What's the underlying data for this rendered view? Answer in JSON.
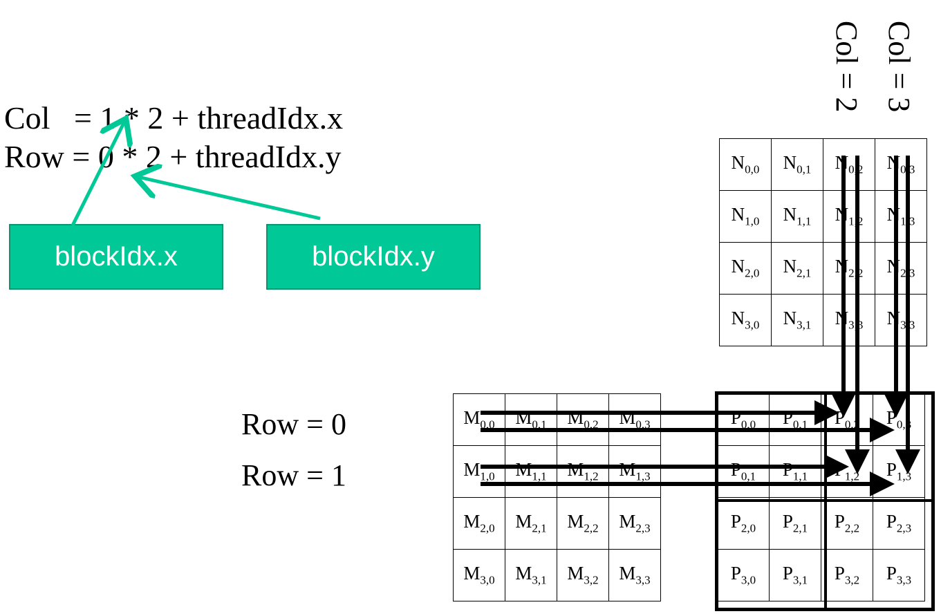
{
  "equations": {
    "col": "Col   = 1 * 2 + threadIdx.x",
    "row": "Row = 0 * 2 + threadIdx.y"
  },
  "badges": {
    "block_x": "blockIdx.x",
    "block_y": "blockIdx.y"
  },
  "row_labels": [
    "Row = 0",
    "Row = 1"
  ],
  "col_labels": [
    "Col = 2",
    "Col = 3"
  ],
  "colors": {
    "accent": "#00c896",
    "accent_border": "#0c9470",
    "ink": "#000000"
  },
  "matrices": {
    "N": {
      "letter": "N",
      "rows": [
        [
          "0,0",
          "0,1",
          "0,2",
          "0,3"
        ],
        [
          "1,0",
          "1,1",
          "1,2",
          "1,3"
        ],
        [
          "2,0",
          "2,1",
          "2,2",
          "2,3"
        ],
        [
          "3,0",
          "3,1",
          "3,3",
          "3,3"
        ]
      ]
    },
    "M": {
      "letter": "M",
      "rows": [
        [
          "0,0",
          "0,1",
          "0,2",
          "0,3"
        ],
        [
          "1,0",
          "1,1",
          "1,2",
          "1,3"
        ],
        [
          "2,0",
          "2,1",
          "2,2",
          "2,3"
        ],
        [
          "3,0",
          "3,1",
          "3,2",
          "3,3"
        ]
      ]
    },
    "P": {
      "letter": "P",
      "rows": [
        [
          "0,0",
          "0,1",
          "0,2",
          "0,3"
        ],
        [
          "0,1",
          "1,1",
          "1,2",
          "1,3"
        ],
        [
          "2,0",
          "2,1",
          "2,2",
          "2,3"
        ],
        [
          "3,0",
          "3,1",
          "3,2",
          "3,3"
        ]
      ]
    }
  }
}
